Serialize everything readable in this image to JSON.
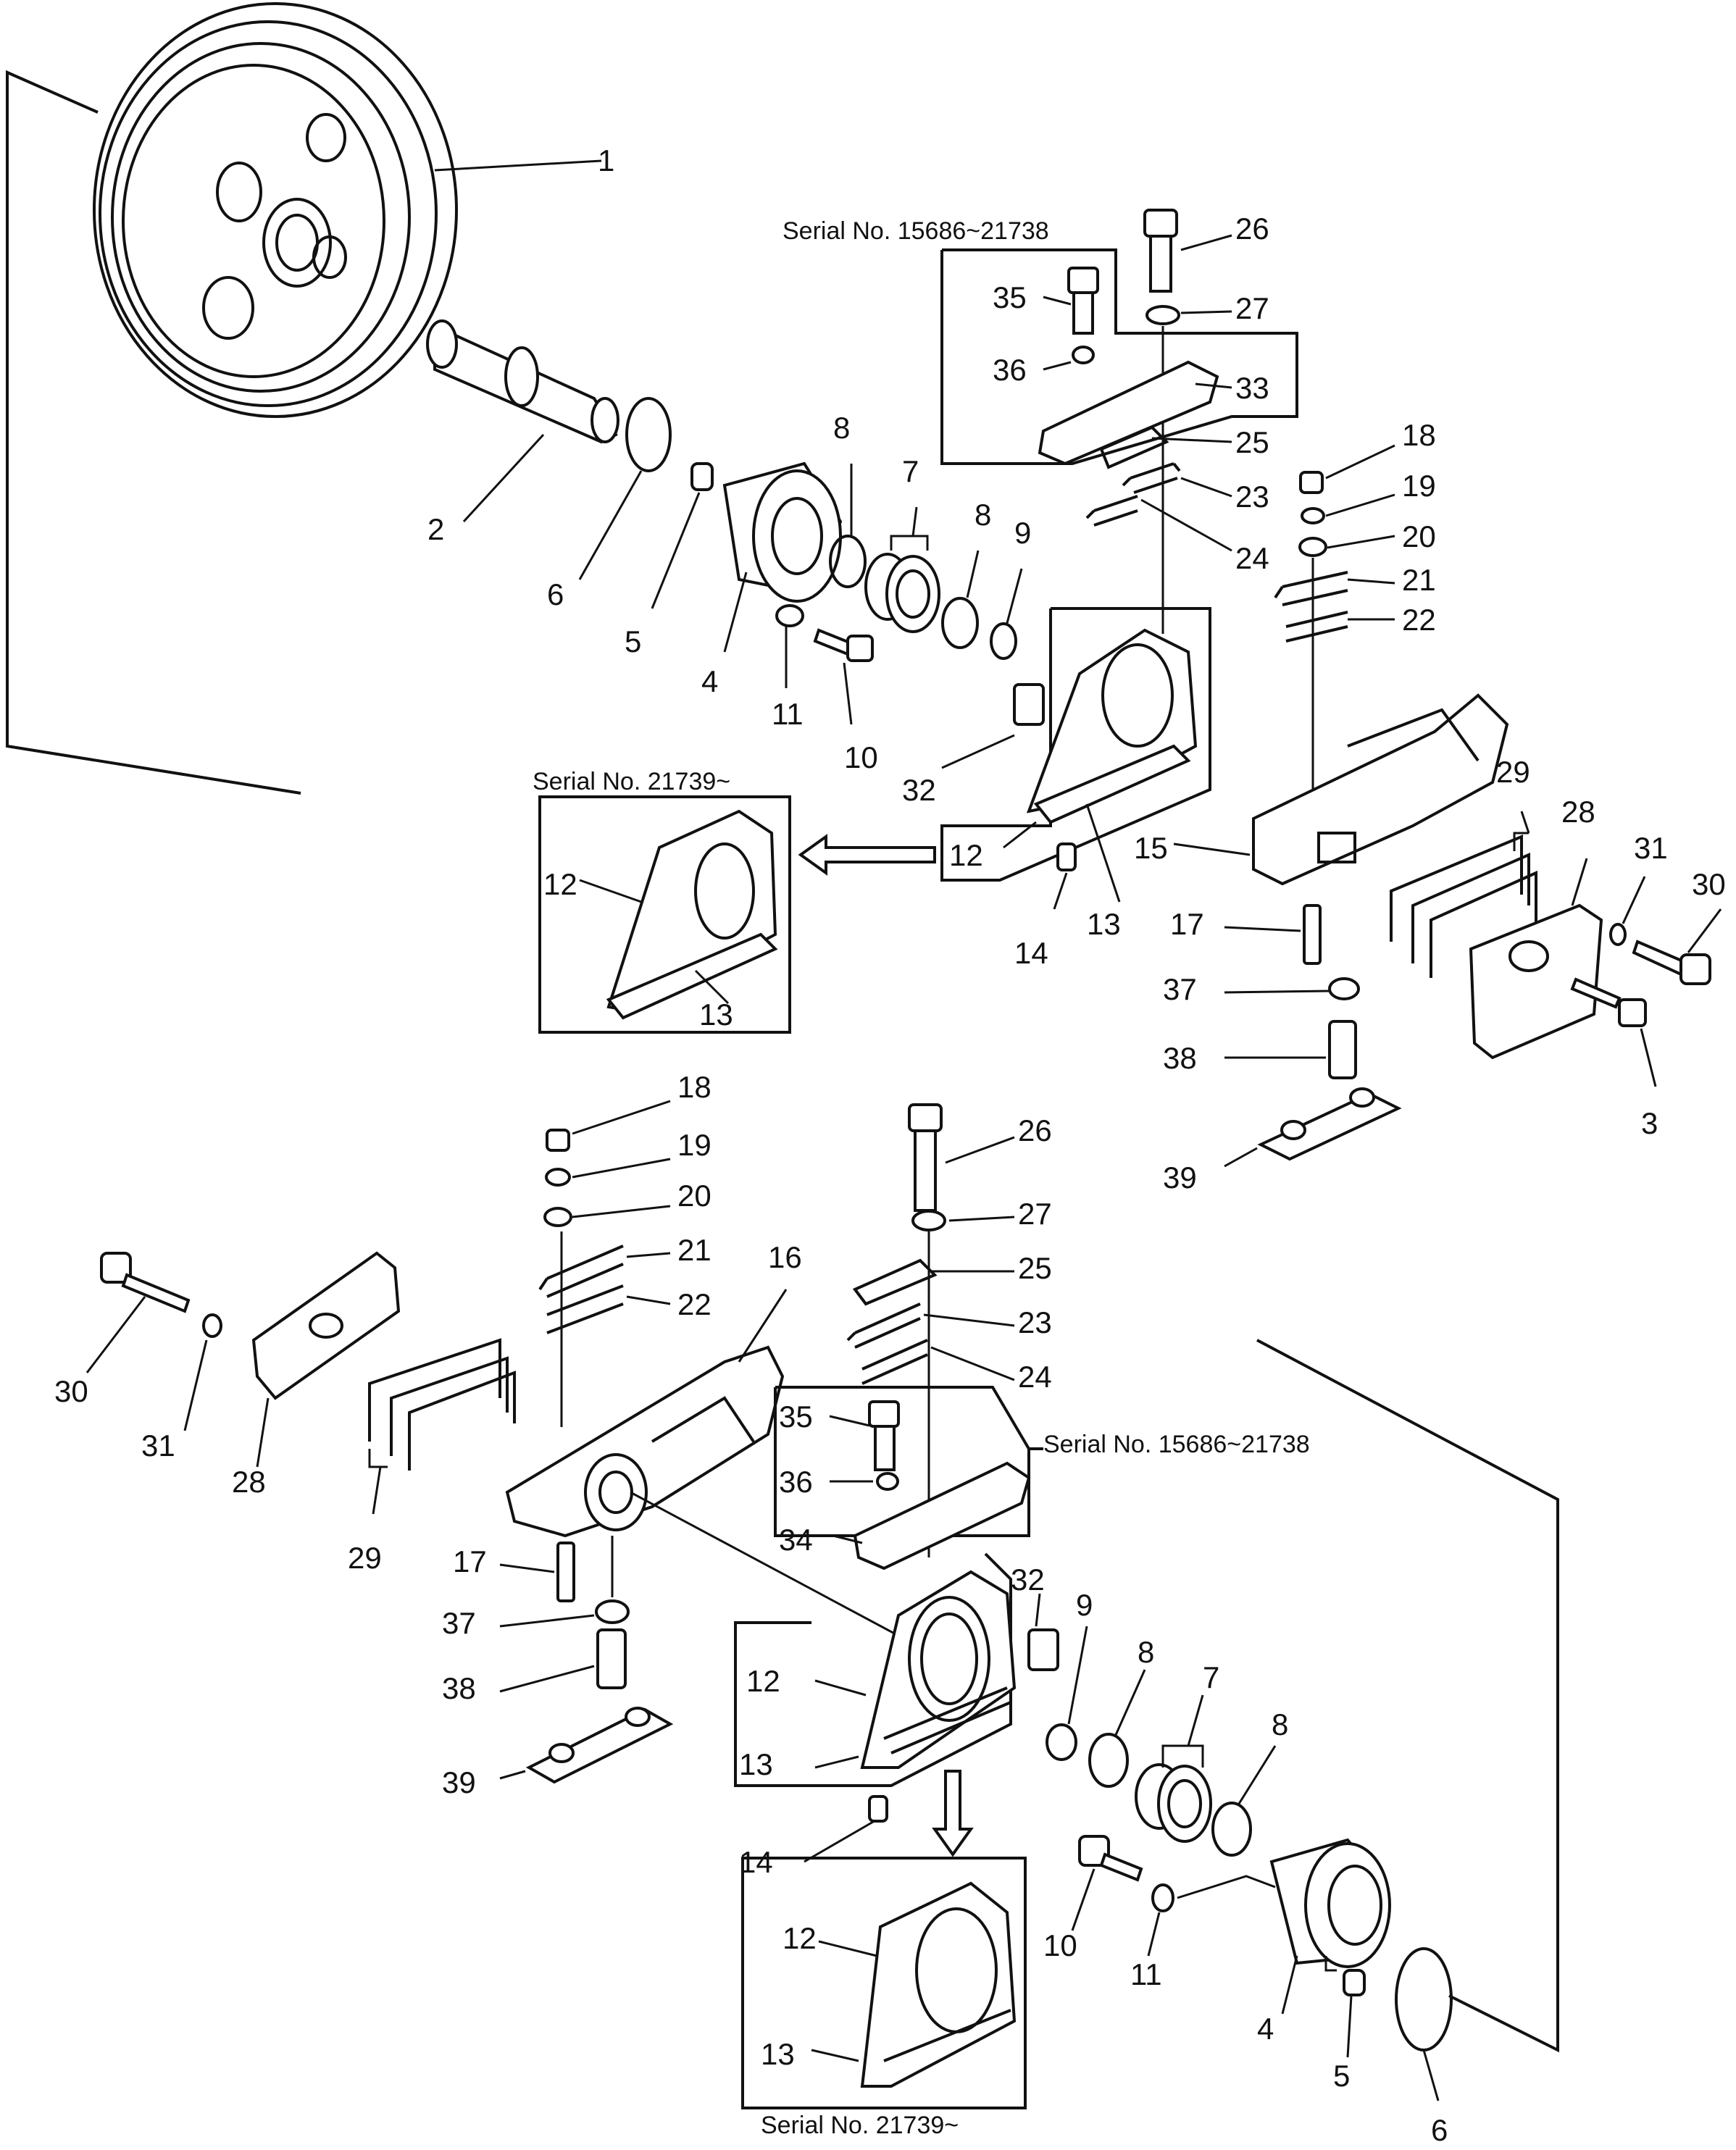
{
  "serials": {
    "upper_old": "Serial No. 15686~21738",
    "upper_new": "Serial No. 21739~",
    "lower_old": "Serial No. 15686~21738",
    "lower_new": "Serial No. 21739~"
  },
  "callouts": [
    {
      "id": "1",
      "text": "1"
    },
    {
      "id": "2",
      "text": "2"
    },
    {
      "id": "6a",
      "text": "6"
    },
    {
      "id": "5a",
      "text": "5"
    },
    {
      "id": "4a",
      "text": "4"
    },
    {
      "id": "8a",
      "text": "8"
    },
    {
      "id": "7a",
      "text": "7"
    },
    {
      "id": "8b",
      "text": "8"
    },
    {
      "id": "9a",
      "text": "9"
    },
    {
      "id": "11a",
      "text": "11"
    },
    {
      "id": "10a",
      "text": "10"
    },
    {
      "id": "26a",
      "text": "26"
    },
    {
      "id": "35a",
      "text": "35"
    },
    {
      "id": "27a",
      "text": "27"
    },
    {
      "id": "36a",
      "text": "36"
    },
    {
      "id": "33",
      "text": "33"
    },
    {
      "id": "25a",
      "text": "25"
    },
    {
      "id": "23a",
      "text": "23"
    },
    {
      "id": "24a",
      "text": "24"
    },
    {
      "id": "18a",
      "text": "18"
    },
    {
      "id": "19a",
      "text": "19"
    },
    {
      "id": "20a",
      "text": "20"
    },
    {
      "id": "21a",
      "text": "21"
    },
    {
      "id": "22a",
      "text": "22"
    },
    {
      "id": "32a",
      "text": "32"
    },
    {
      "id": "12a",
      "text": "12"
    },
    {
      "id": "13a",
      "text": "13"
    },
    {
      "id": "14a",
      "text": "14"
    },
    {
      "id": "12b",
      "text": "12"
    },
    {
      "id": "13b",
      "text": "13"
    },
    {
      "id": "15",
      "text": "15"
    },
    {
      "id": "29a",
      "text": "29"
    },
    {
      "id": "28a",
      "text": "28"
    },
    {
      "id": "31a",
      "text": "31"
    },
    {
      "id": "30a",
      "text": "30"
    },
    {
      "id": "17a",
      "text": "17"
    },
    {
      "id": "37a",
      "text": "37"
    },
    {
      "id": "38a",
      "text": "38"
    },
    {
      "id": "3",
      "text": "3"
    },
    {
      "id": "39a",
      "text": "39"
    },
    {
      "id": "18b",
      "text": "18"
    },
    {
      "id": "19b",
      "text": "19"
    },
    {
      "id": "20b",
      "text": "20"
    },
    {
      "id": "21b",
      "text": "21"
    },
    {
      "id": "22b",
      "text": "22"
    },
    {
      "id": "16",
      "text": "16"
    },
    {
      "id": "26b",
      "text": "26"
    },
    {
      "id": "27b",
      "text": "27"
    },
    {
      "id": "25b",
      "text": "25"
    },
    {
      "id": "23b",
      "text": "23"
    },
    {
      "id": "24b",
      "text": "24"
    },
    {
      "id": "30b",
      "text": "30"
    },
    {
      "id": "31b",
      "text": "31"
    },
    {
      "id": "28b",
      "text": "28"
    },
    {
      "id": "29b",
      "text": "29"
    },
    {
      "id": "35b",
      "text": "35"
    },
    {
      "id": "36b",
      "text": "36"
    },
    {
      "id": "34",
      "text": "34"
    },
    {
      "id": "17b",
      "text": "17"
    },
    {
      "id": "37b",
      "text": "37"
    },
    {
      "id": "38b",
      "text": "38"
    },
    {
      "id": "39b",
      "text": "39"
    },
    {
      "id": "32b",
      "text": "32"
    },
    {
      "id": "12c",
      "text": "12"
    },
    {
      "id": "13c",
      "text": "13"
    },
    {
      "id": "9b",
      "text": "9"
    },
    {
      "id": "8c",
      "text": "8"
    },
    {
      "id": "7b",
      "text": "7"
    },
    {
      "id": "8d",
      "text": "8"
    },
    {
      "id": "14b",
      "text": "14"
    },
    {
      "id": "10b",
      "text": "10"
    },
    {
      "id": "11b",
      "text": "11"
    },
    {
      "id": "4b",
      "text": "4"
    },
    {
      "id": "5b",
      "text": "5"
    },
    {
      "id": "6b",
      "text": "6"
    },
    {
      "id": "12d",
      "text": "12"
    },
    {
      "id": "13d",
      "text": "13"
    }
  ]
}
